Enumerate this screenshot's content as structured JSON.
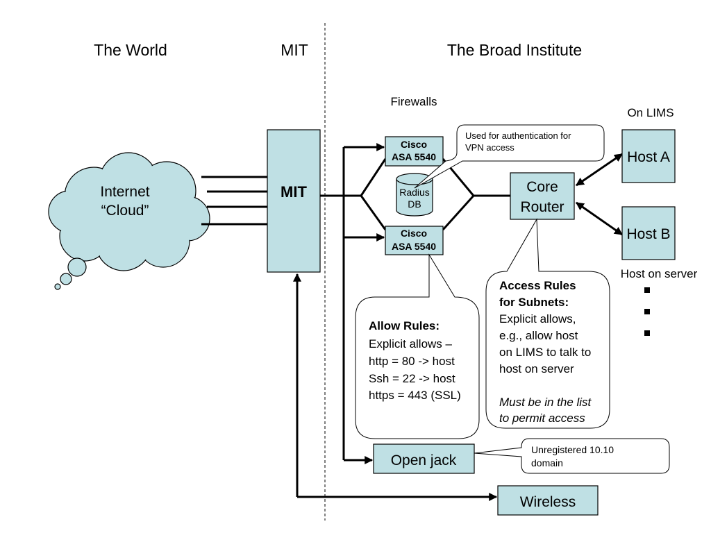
{
  "headers": {
    "world": "The World",
    "mit": "MIT",
    "broad": "The Broad Institute"
  },
  "labels": {
    "firewalls": "Firewalls",
    "on_lims": "On LIMS",
    "host_on_server": "Host on server"
  },
  "cloud": {
    "line1": "Internet",
    "line2": "“Cloud”"
  },
  "mit_box": "MIT",
  "firewall_top": {
    "line1": "Cisco",
    "line2": "ASA 5540"
  },
  "firewall_bottom": {
    "line1": "Cisco",
    "line2": "ASA 5540"
  },
  "radius_db": {
    "line1": "Radius",
    "line2": "DB"
  },
  "core_router": {
    "line1": "Core",
    "line2": "Router"
  },
  "host_a": "Host A",
  "host_b": "Host B",
  "open_jack": "Open jack",
  "wireless": "Wireless",
  "callouts": {
    "vpn": {
      "line1": "Used for authentication for",
      "line2": "VPN access"
    },
    "unregistered": {
      "line1": "Unregistered 10.10",
      "line2": "domain"
    },
    "allow_rules": {
      "title": "Allow Rules:",
      "lines": [
        "Explicit allows –",
        "http = 80 -> host",
        "Ssh = 22 -> host",
        "https = 443 (SSL)"
      ]
    },
    "access_rules": {
      "title1": "Access Rules",
      "title2": "for Subnets:",
      "lines": [
        "Explicit allows,",
        "e.g., allow host",
        "on LIMS to talk to",
        "host on server"
      ],
      "italic1": "Must be in the list",
      "italic2": "to permit access"
    }
  },
  "colors": {
    "box_fill": "#bfe0e4",
    "stroke": "#000000"
  }
}
